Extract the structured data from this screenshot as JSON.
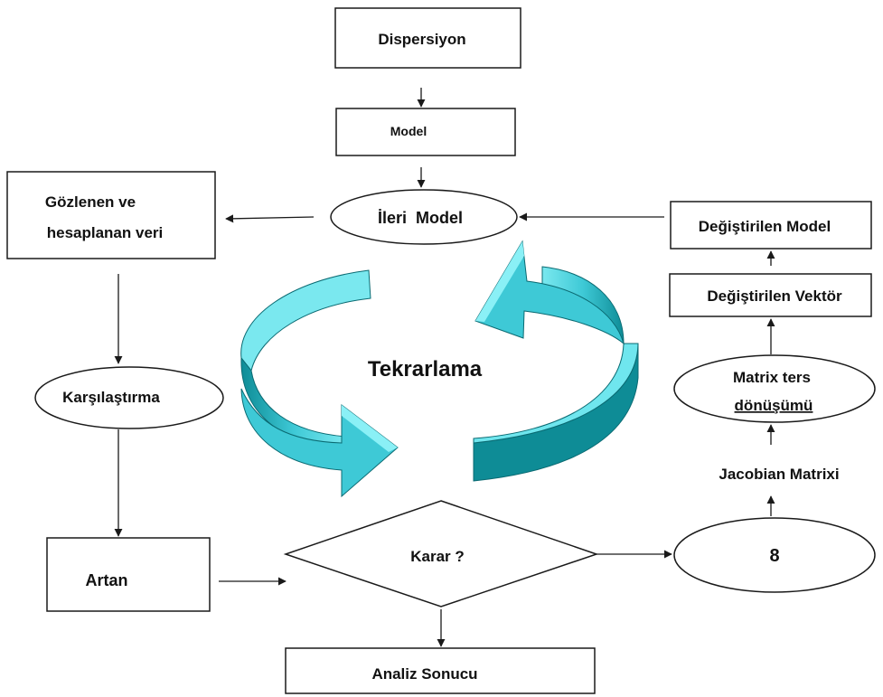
{
  "nodes": {
    "dispersiyon": "Dispersiyon",
    "model": "Model",
    "ileri_model": "İleri  Model",
    "gozlenen_line1": "Gözlenen ve",
    "gozlenen_line2": "hesaplanan veri",
    "degistirilen_model": "Değiştirilen Model",
    "degistirilen_vektor": "Değiştirilen Vektör",
    "matrix_line1": "Matrix ters",
    "matrix_line2": "dönüşümü",
    "jacobian": "Jacobian Matrixi",
    "karsilastirma": "Karşılaştırma",
    "artan": "Artan",
    "karar": "Karar ?",
    "analiz": "Analiz Sonucu",
    "right_ellipse_symbol": "8"
  },
  "center": {
    "label": "Tekrarlama"
  },
  "colors": {
    "arrow_fill": "#3ec9d6",
    "arrow_highlight": "#6fe6ee",
    "arrow_shadow": "#0e8c96",
    "line": "#1a1a1a"
  }
}
